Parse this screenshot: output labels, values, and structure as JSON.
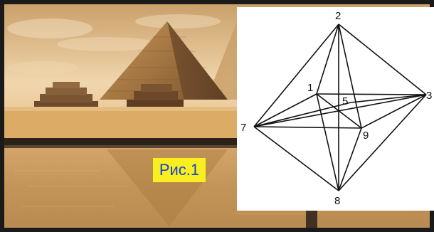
{
  "caption": {
    "text": "Рис.1",
    "background": "#f8ef21",
    "color": "#1b3fd0"
  },
  "diagram": {
    "vertices": [
      {
        "id": "2",
        "label": "2"
      },
      {
        "id": "1",
        "label": "1"
      },
      {
        "id": "5",
        "label": "5"
      },
      {
        "id": "3",
        "label": "3"
      },
      {
        "id": "7",
        "label": "7"
      },
      {
        "id": "9",
        "label": "9"
      },
      {
        "id": "8",
        "label": "8"
      }
    ],
    "edges": [
      [
        "2",
        "7"
      ],
      [
        "2",
        "3"
      ],
      [
        "7",
        "8"
      ],
      [
        "3",
        "8"
      ],
      [
        "2",
        "1"
      ],
      [
        "2",
        "9"
      ],
      [
        "2",
        "8"
      ],
      [
        "1",
        "3"
      ],
      [
        "1",
        "9"
      ],
      [
        "1",
        "8"
      ],
      [
        "1",
        "7"
      ],
      [
        "7",
        "3"
      ],
      [
        "7",
        "9"
      ],
      [
        "7",
        "5"
      ],
      [
        "9",
        "3"
      ],
      [
        "9",
        "8"
      ],
      [
        "5",
        "3"
      ]
    ],
    "line_color": "#111111"
  },
  "scene": {
    "subject": "pyramids-on-water",
    "colors": {
      "sky": "#e6c08b",
      "sand": "#d9a25a",
      "water": "#c89a5e",
      "pyramid": "#b98a4a"
    }
  }
}
